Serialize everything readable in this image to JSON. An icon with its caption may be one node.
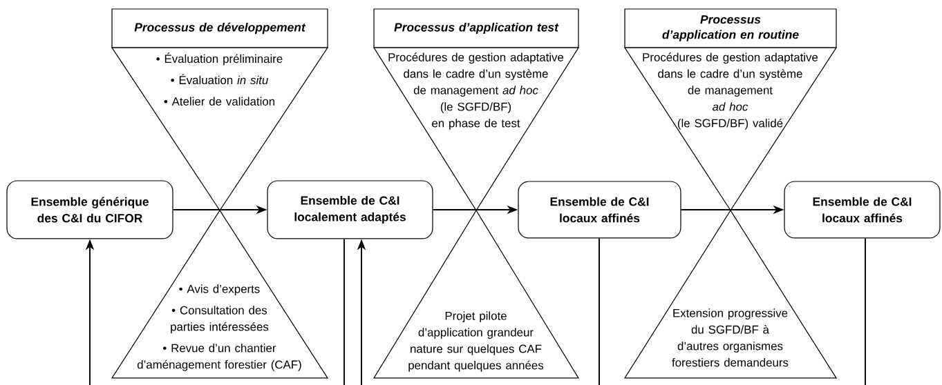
{
  "diagram": {
    "nodes": [
      {
        "text": [
          "Processus de développement"
        ]
      },
      {
        "text": [
          "• Évaluation préliminaire",
          "• Évaluation *in situ*",
          "• Atelier de validation"
        ]
      },
      {
        "text": [
          "Processus d’application test"
        ]
      },
      {
        "text": [
          "Procédures de gestion adaptative dans le cadre d’un système de management *ad hoc* (le SGFD/BF) en phase de test"
        ]
      },
      {
        "text": [
          "Processus d’application en routine"
        ]
      },
      {
        "text": [
          "Procédures de gestion adaptative dans le cadre d’un système de management *ad hoc* (le SGFD/BF) validé"
        ]
      },
      {
        "text": [
          "Ensemble générique des C&I du CIFOR"
        ]
      },
      {
        "text": [
          "Ensemble de C&I localement adaptés"
        ]
      },
      {
        "text": [
          "Ensemble de C&I locaux affinés"
        ]
      },
      {
        "text": [
          "Ensemble de C&I locaux affinés"
        ]
      },
      {
        "text": [
          "• Avis d’experts",
          "• Consultation des parties intéressées",
          "• Revue d’un chantier d’aménagement forestier (CAF)"
        ]
      },
      {
        "text": [
          "Projet pilote d’application grandeur nature sur quelques CAF pendant quelques années"
        ]
      },
      {
        "text": [
          "Extension progressive du SGFD/BF à d’autres organismes forestiers demandeurs"
        ]
      }
    ],
    "edges": [
      {
        "from": 6,
        "to": 7,
        "arrow": "to"
      },
      {
        "from": 7,
        "to": 8,
        "arrow": "to"
      },
      {
        "from": 8,
        "to": 9,
        "arrow": "to"
      },
      {
        "from": null,
        "to": 6,
        "arrow": "to"
      },
      {
        "from": null,
        "to": 7,
        "arrow": "to"
      },
      {
        "from": 7,
        "to": null,
        "arrow": "none"
      },
      {
        "from": 8,
        "to": null,
        "arrow": "none"
      },
      {
        "from": 9,
        "to": null,
        "arrow": "none"
      }
    ]
  }
}
